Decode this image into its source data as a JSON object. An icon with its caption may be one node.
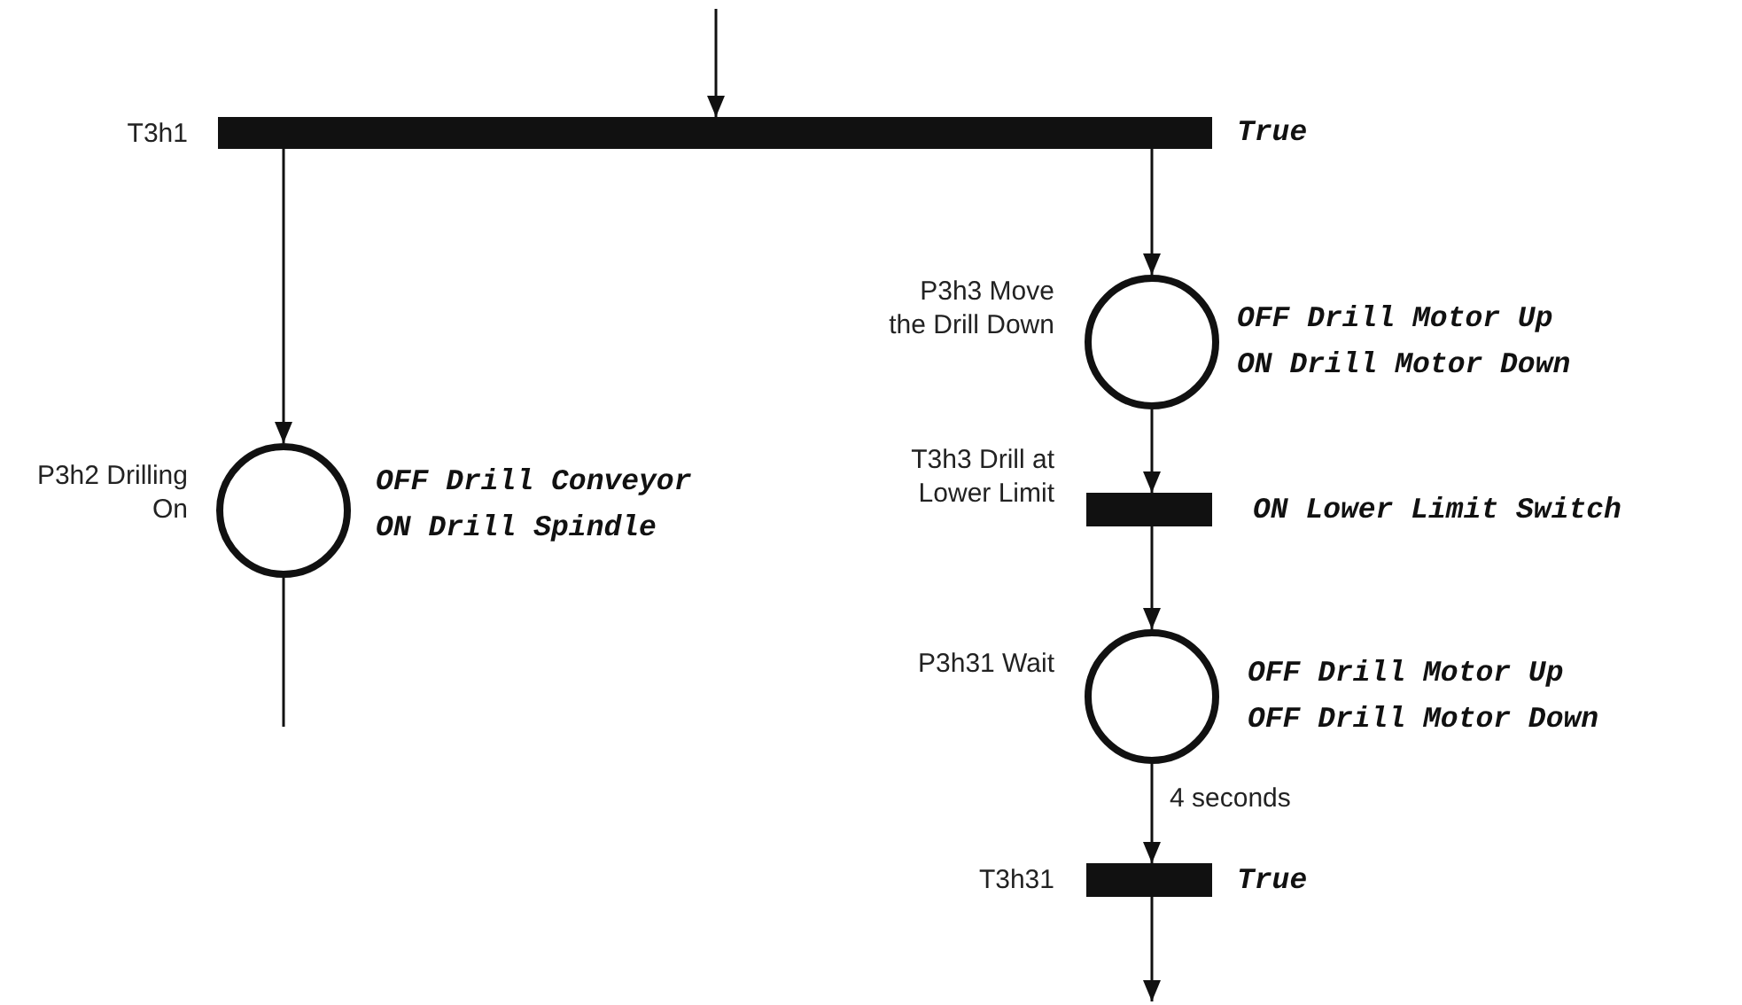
{
  "diagram": {
    "nodes": [
      {
        "text": [],
        "shape": "bar",
        "beside": [
          "T3h1",
          "True"
        ]
      },
      {
        "text": [],
        "shape": "circle",
        "beside": [
          "P3h2 Drilling On",
          "OFF Drill Conveyor",
          "ON Drill Spindle"
        ]
      },
      {
        "text": [],
        "shape": "circle",
        "beside": [
          "P3h3 Move the Drill Down",
          "OFF Drill Motor Up",
          "ON Drill Motor Down"
        ]
      },
      {
        "text": [],
        "shape": "bar",
        "beside": [
          "T3h3 Drill at Lower Limit",
          "ON Lower Limit Switch"
        ]
      },
      {
        "text": [],
        "shape": "circle",
        "beside": [
          "P3h31 Wait",
          "OFF Drill Motor Up",
          "OFF Drill Motor Down"
        ]
      },
      {
        "text": [],
        "shape": "bar",
        "beside": [
          "T3h31",
          "True"
        ]
      }
    ],
    "edges": [
      {
        "from": null,
        "to": 0,
        "arrow": "to"
      },
      {
        "from": 0,
        "to": 1,
        "arrow": "to"
      },
      {
        "from": 0,
        "to": 2,
        "arrow": "to"
      },
      {
        "from": 2,
        "to": 3,
        "arrow": "to"
      },
      {
        "from": 3,
        "to": 4,
        "arrow": "to"
      },
      {
        "from": 4,
        "to": 5,
        "arrow": "to",
        "label": "4 seconds"
      },
      {
        "from": 5,
        "to": null,
        "arrow": "to"
      },
      {
        "from": 1,
        "to": null,
        "arrow": "none"
      }
    ]
  }
}
